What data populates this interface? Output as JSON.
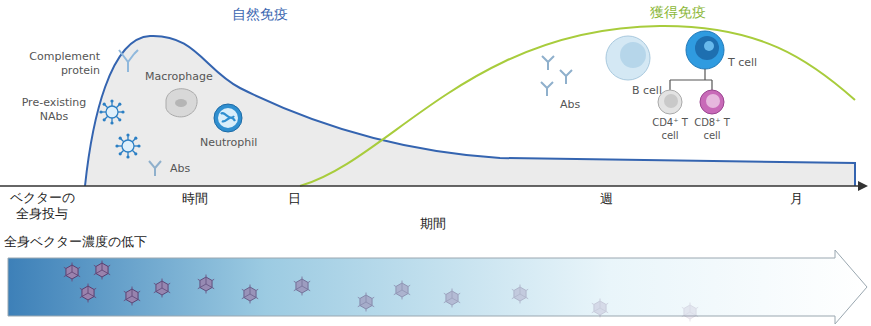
{
  "diagram": {
    "labels": [
      "自然免疫",
      "獲得免疫",
      "Complement protein",
      "Macrophage",
      "Pre-existing NAbs",
      "Neutrophil",
      "Abs",
      "Abs",
      "B cell",
      "T cell",
      "CD4⁺ T cell",
      "CD8⁺ T cell",
      "ベクターの 全身投与",
      "時間",
      "日",
      "週",
      "月",
      "期間",
      "全身ベクター濃度の低下"
    ]
  }
}
